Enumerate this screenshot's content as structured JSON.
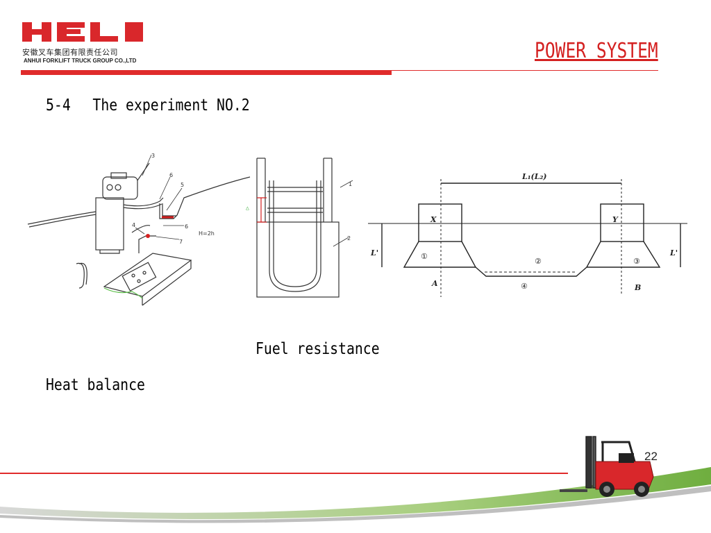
{
  "brand": {
    "logo_text": "HELI",
    "chinese_name": "安徽叉车集团有限责任公司",
    "english_name": "ANHUI FORKLIFT TRUCK GROUP CO.,LTD"
  },
  "page_title": "POWER SYSTEM",
  "heading": "5-4　 The experiment NO.2",
  "figures": {
    "left_diagram_labels": [
      "3",
      "6",
      "5",
      "4",
      "6",
      "7",
      "1",
      "2",
      "H=2h"
    ],
    "right_diagram_labels": {
      "span": "L₁(L₂)",
      "box_x": "X",
      "box_y": "Y",
      "left_height": "L'",
      "right_height": "L'",
      "point_a": "A",
      "point_b": "B",
      "step_1": "①",
      "step_2": "②",
      "step_3": "③",
      "step_4": "④"
    }
  },
  "captions": {
    "fuel_resistance": "Fuel resistance",
    "heat_balance": "Heat balance"
  },
  "page_number": "22",
  "colors": {
    "accent_red": "#e02b2b",
    "title_red": "#d42020",
    "footer_green": "#8cbf5a"
  }
}
